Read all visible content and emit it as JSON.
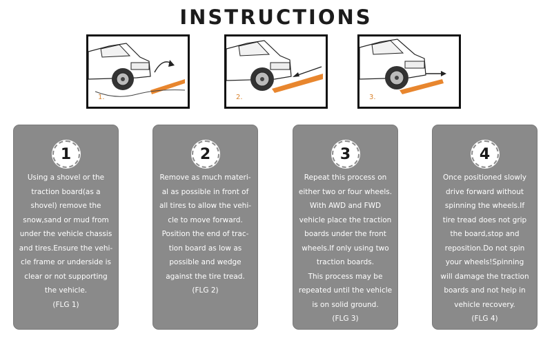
{
  "title": "INSTRUCTIONS",
  "accent_color": "#e8862e",
  "card_color": "#8a8a8a",
  "panels": [
    {
      "label": "1.",
      "icon": "car-shovel-arc-icon"
    },
    {
      "label": "2.",
      "icon": "car-board-insert-icon"
    },
    {
      "label": "3.",
      "icon": "car-drive-forward-icon"
    }
  ],
  "steps": [
    {
      "number": "1",
      "text": "Using a shovel or the\ntraction board(as a\nshovel) remove the\nsnow,sand or mud from\nunder the vehicle chassis\nand tires.Ensure the vehi-\ncle frame or underside is\nclear or not supporting\nthe vehicle.",
      "ref": "(FLG 1)"
    },
    {
      "number": "2",
      "text": "Remove as much materi-\nal as possible in front of\nall tires to allow the vehi-\ncle to move forward.\nPosition the end of trac-\ntion board as low as\npossible and wedge\nagainst the tire tread.",
      "ref": "(FLG 2)"
    },
    {
      "number": "3",
      "text": "Repeat this process on\neither two or four wheels.\nWith AWD and FWD\nvehicle place the traction\nboards under the front\nwheels.If only using two\ntraction boards.\nThis process may be\nrepeated until the vehicle\nis on solid ground.",
      "ref": "(FLG 3)"
    },
    {
      "number": "4",
      "text": "Once positioned slowly\ndrive forward without\nspinning the wheels.If\ntire tread does not grip\nthe board,stop and\nreposition.Do not spin\nyour wheels!Spinning\nwill damage the traction\nboards and not help in\nvehicle recovery.",
      "ref": "(FLG 4)"
    }
  ]
}
